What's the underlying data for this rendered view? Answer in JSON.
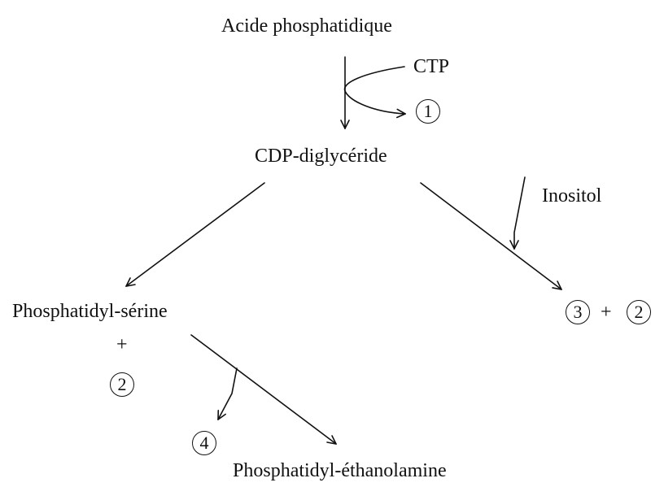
{
  "labels": {
    "phosphatidic_acid": "Acide phosphatidique",
    "ctp": "CTP",
    "cdp_diglyceride": "CDP-diglycéride",
    "inositol": "Inositol",
    "phosphatidyl_serine": "Phosphatidyl-sérine",
    "plus_left": "+",
    "plus_right": "+",
    "phosphatidyl_ethanolamine": "Phosphatidyl-éthanolamine"
  },
  "markers": {
    "m1": "1",
    "m2_left": "2",
    "m3": "3",
    "m2_right": "2",
    "m4": "4"
  }
}
